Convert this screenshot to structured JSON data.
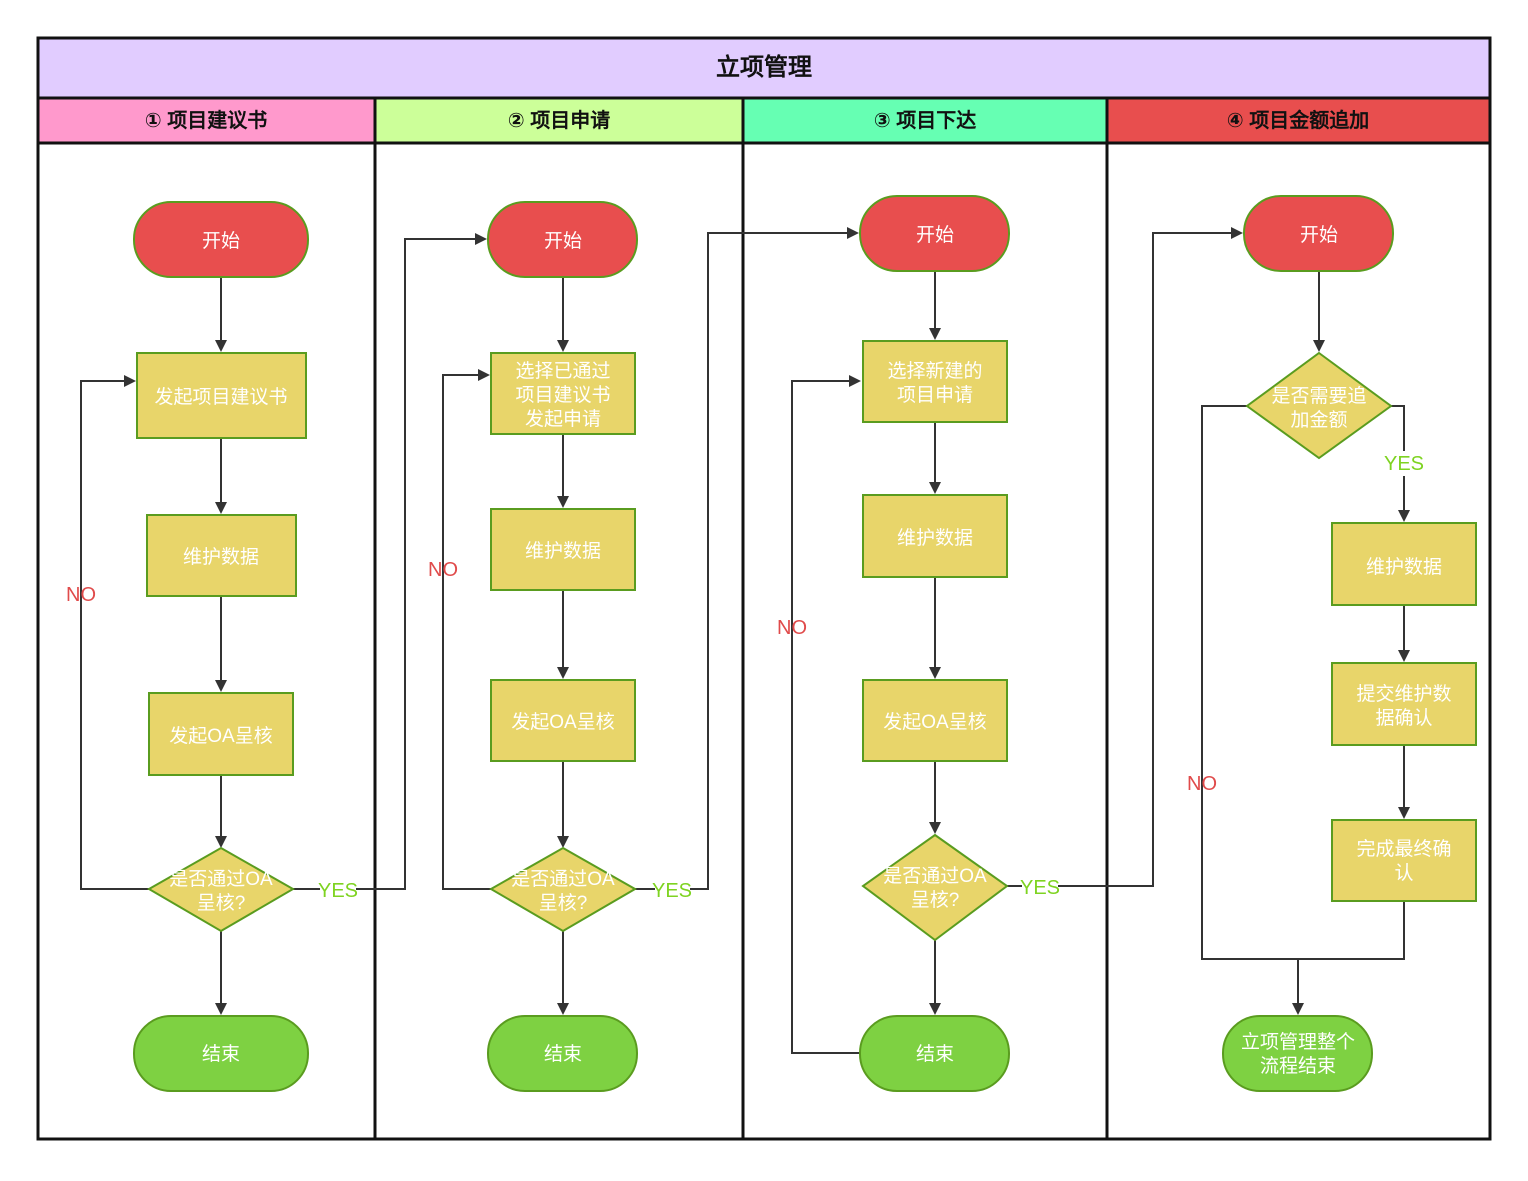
{
  "title": "立项管理",
  "lanes": [
    {
      "label": "① 项目建议书",
      "color": "#ff99cc"
    },
    {
      "label": "② 项目申请",
      "color": "#ccff99"
    },
    {
      "label": "③ 项目下达",
      "color": "#66ffb3"
    },
    {
      "label": "④ 项目金额追加",
      "color": "#e84e4e"
    }
  ],
  "nodes": {
    "l1_start": "开始",
    "l1_initiate": "发起项目建议书",
    "l1_maintain": "维护数据",
    "l1_oa": "发起OA呈核",
    "l1_decision": "是否通过OA\n呈核?",
    "l1_end": "结束",
    "l2_start": "开始",
    "l2_select": "选择已通过\n项目建议书\n发起申请",
    "l2_maintain": "维护数据",
    "l2_oa": "发起OA呈核",
    "l2_decision": "是否通过OA\n呈核?",
    "l2_end": "结束",
    "l3_start": "开始",
    "l3_select": "选择新建的\n项目申请",
    "l3_maintain": "维护数据",
    "l3_oa": "发起OA呈核",
    "l3_decision": "是否通过OA\n呈核?",
    "l3_end": "结束",
    "l4_start": "开始",
    "l4_decision": "是否需要追\n加金额",
    "l4_maintain": "维护数据",
    "l4_submit": "提交维护数\n据确认",
    "l4_confirm": "完成最终确\n认",
    "l4_end": "立项管理整个\n流程结束"
  },
  "edge_labels": {
    "yes": "YES",
    "no": "NO"
  },
  "colors": {
    "terminal_start": "#e84e4e",
    "terminal_end": "#7ed142",
    "process": "#e8d56a",
    "stroke_green": "#5a9c1f",
    "header_bar": "#e1ccff"
  }
}
